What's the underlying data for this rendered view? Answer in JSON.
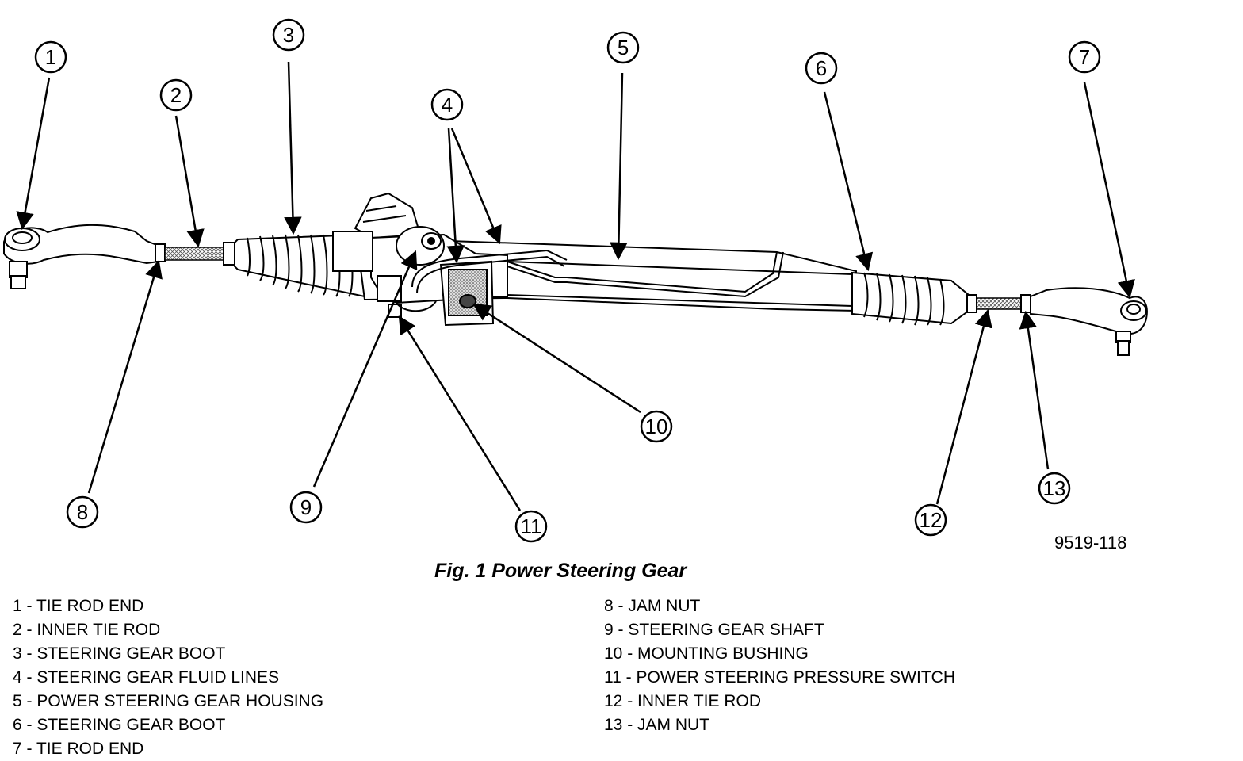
{
  "figure": {
    "id": "9519-118",
    "caption": "Fig. 1 Power Steering Gear"
  },
  "callouts": [
    "1",
    "2",
    "3",
    "4",
    "5",
    "6",
    "7",
    "8",
    "9",
    "10",
    "11",
    "12",
    "13"
  ],
  "legend": {
    "left": [
      "1 - TIE ROD END",
      "2 - INNER TIE ROD",
      "3 - STEERING GEAR BOOT",
      "4 - STEERING GEAR FLUID LINES",
      "5 - POWER STEERING GEAR HOUSING",
      "6 - STEERING GEAR BOOT",
      "7 - TIE ROD END"
    ],
    "right": [
      "8 - JAM NUT",
      "9 - STEERING GEAR SHAFT",
      "10 - MOUNTING BUSHING",
      "11 - POWER STEERING PRESSURE SWITCH",
      "12 - INNER TIE ROD",
      "13 - JAM NUT"
    ]
  }
}
